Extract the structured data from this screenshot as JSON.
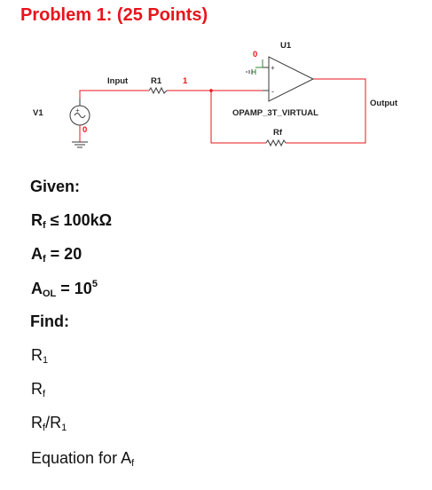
{
  "title": "Problem 1: (25 Points)",
  "schematic": {
    "source_label": "V1",
    "node_input_label": "Input",
    "resistor1_label": "R1",
    "node1_label": "1",
    "node0_label": "0",
    "opamp_label": "U1",
    "opamp_model": "OPAMP_3T_VIRTUAL",
    "feedback_label": "Rf",
    "output_label": "Output",
    "plus_sign": "+",
    "minus_sign": "-",
    "source_node": "0",
    "colors": {
      "wire": "#e8141c",
      "component": "#3a3a3a",
      "ground": "#2c8a2c"
    },
    "icons": [
      "ac-source-icon",
      "resistor-icon",
      "ground-icon",
      "opamp-icon"
    ]
  },
  "given": {
    "heading": "Given:",
    "rf_sym": "R",
    "rf_sub": "f",
    "rf_rel": " ≤ 100kΩ",
    "af_sym": "A",
    "af_sub": "f",
    "af_rel": " = 20",
    "aol_sym": "A",
    "aol_sub": "OL",
    "aol_rel": " = 10",
    "aol_exp": "5"
  },
  "find": {
    "heading": "Find:",
    "r1_sym": "R",
    "r1_sub": "1",
    "rf_sym": "R",
    "rf_sub": "f",
    "ratio_a": "R",
    "ratio_a_sub": "f",
    "ratio_slash": "/R",
    "ratio_b_sub": "1",
    "eq_text": "Equation for A",
    "eq_sub": "f"
  }
}
